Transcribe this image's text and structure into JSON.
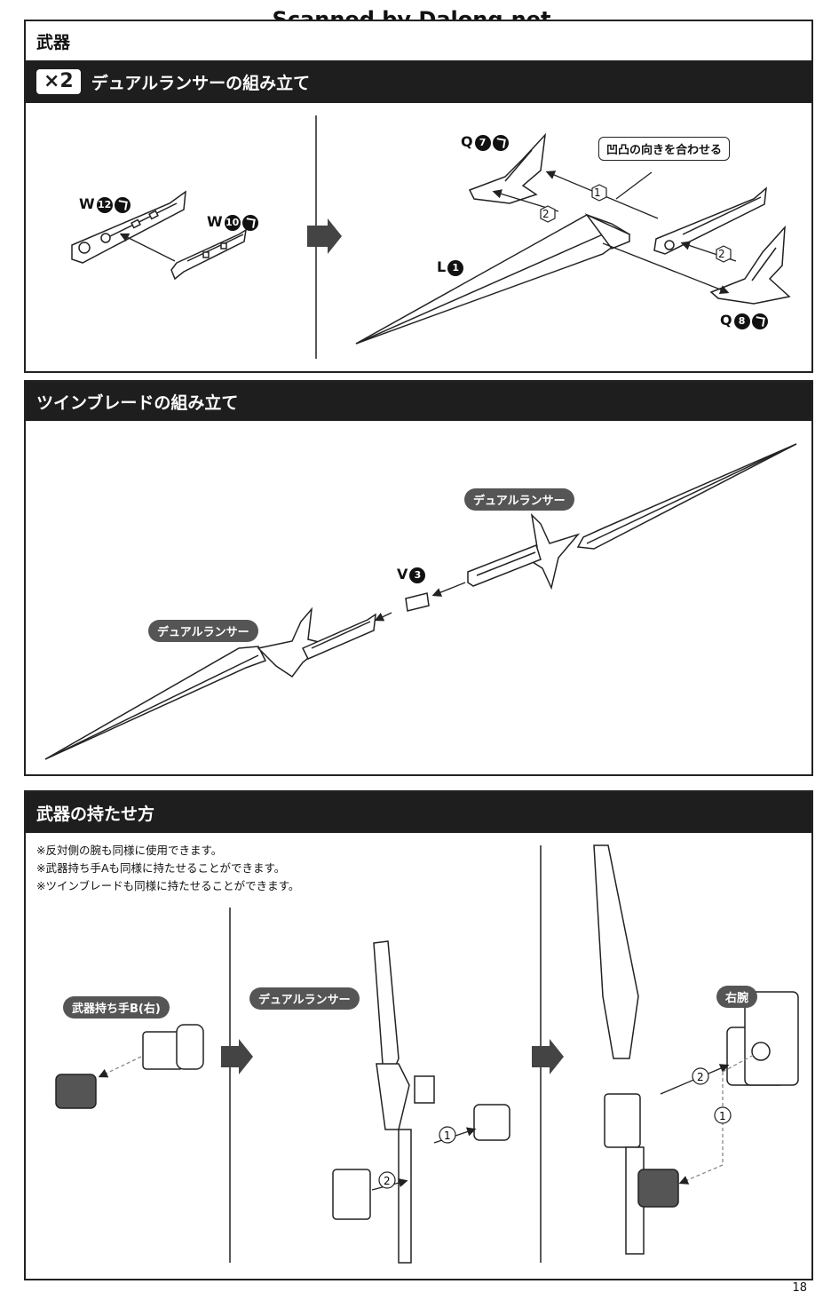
{
  "watermark": "Scanned by Dalong.net",
  "section1": {
    "title": "武器",
    "sub_multiplier": "×2",
    "sub_title": "デュアルランサーの組み立て",
    "parts": {
      "w12_letter": "W",
      "w12_num": "12",
      "w10_letter": "W",
      "w10_num": "10",
      "q7_letter": "Q",
      "q7_num": "7",
      "q8_letter": "Q",
      "q8_num": "8",
      "l1_letter": "L",
      "l1_num": "1"
    },
    "callout": "凹凸の向きを合わせる",
    "steps": [
      "1",
      "2",
      "2"
    ]
  },
  "section2": {
    "title": "ツインブレードの組み立て",
    "label_top": "デュアルランサー",
    "label_bottom": "デュアルランサー",
    "v3_letter": "V",
    "v3_num": "3"
  },
  "section3": {
    "title": "武器の持たせ方",
    "notes": [
      "※反対側の腕も同様に使用できます。",
      "※武器持ち手Aも同様に持たせることができます。",
      "※ツインブレードも同様に持たせることができます。"
    ],
    "label_hand": "武器持ち手B(右)",
    "label_lancer": "デュアルランサー",
    "label_arm": "右腕",
    "steps": [
      "1",
      "2",
      "2",
      "1"
    ]
  },
  "page_number": "18"
}
